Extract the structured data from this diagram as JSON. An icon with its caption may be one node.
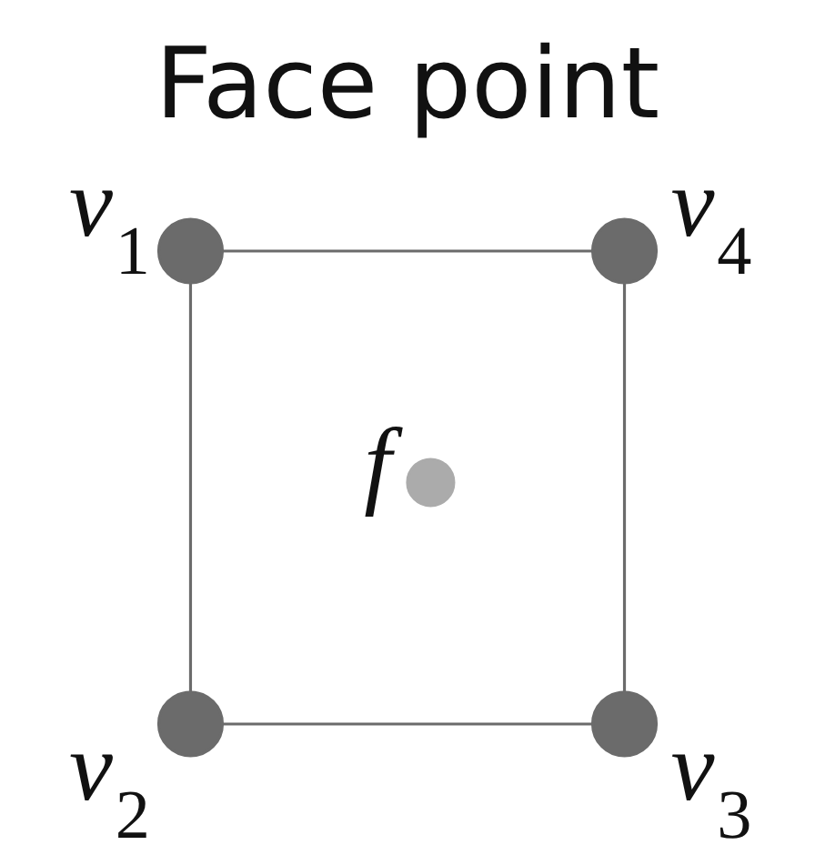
{
  "diagram": {
    "title": "Face point",
    "nodes": [
      {
        "text": [],
        "shape": "circle",
        "beside": [
          "v$_{1}$"
        ]
      },
      {
        "text": [],
        "shape": "circle",
        "beside": [
          "v$_{4}$"
        ]
      },
      {
        "text": [],
        "shape": "circle",
        "beside": [
          "f"
        ]
      },
      {
        "text": [],
        "shape": "circle",
        "beside": [
          "v$_{2}$"
        ]
      },
      {
        "text": [],
        "shape": "circle",
        "beside": [
          "v$_{3}$"
        ]
      }
    ],
    "edges": [
      {
        "from": 0,
        "to": 1,
        "arrow": "none"
      },
      {
        "from": 0,
        "to": 3,
        "arrow": "none"
      },
      {
        "from": 1,
        "to": 4,
        "arrow": "none"
      },
      {
        "from": 3,
        "to": 4,
        "arrow": "none"
      }
    ]
  }
}
